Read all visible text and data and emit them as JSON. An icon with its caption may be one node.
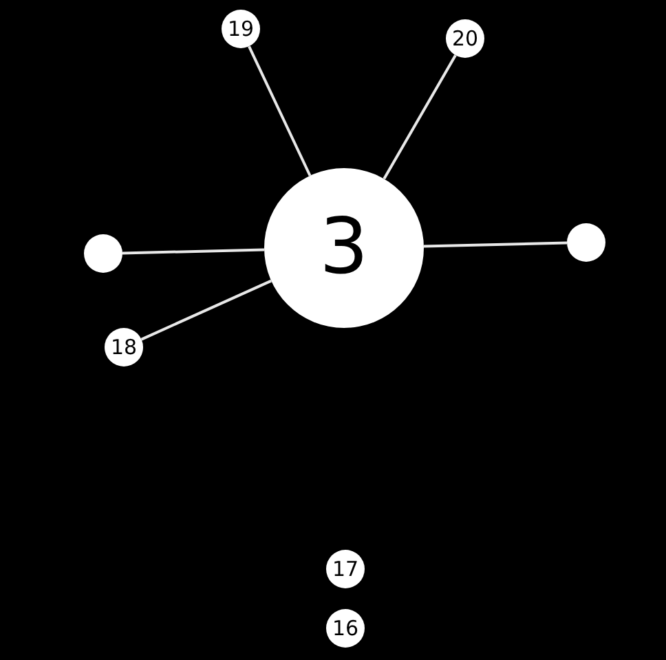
{
  "diagram": {
    "nodes": [
      {
        "text": [
          "19"
        ]
      },
      {
        "text": [
          "20"
        ]
      },
      {
        "text": [],
        "shape": "circle"
      },
      {
        "text": [
          "3"
        ]
      },
      {
        "text": [],
        "shape": "circle"
      },
      {
        "text": [
          "18"
        ]
      },
      {
        "text": [
          "17"
        ]
      },
      {
        "text": [
          "16"
        ]
      }
    ],
    "edges": [
      {
        "from": 3,
        "to": 0,
        "arrow": "none"
      },
      {
        "from": 3,
        "to": 1,
        "arrow": "none"
      },
      {
        "from": 3,
        "to": 2,
        "arrow": "none"
      },
      {
        "from": 3,
        "to": 4,
        "arrow": "none"
      },
      {
        "from": 3,
        "to": 5,
        "arrow": "none"
      }
    ]
  }
}
